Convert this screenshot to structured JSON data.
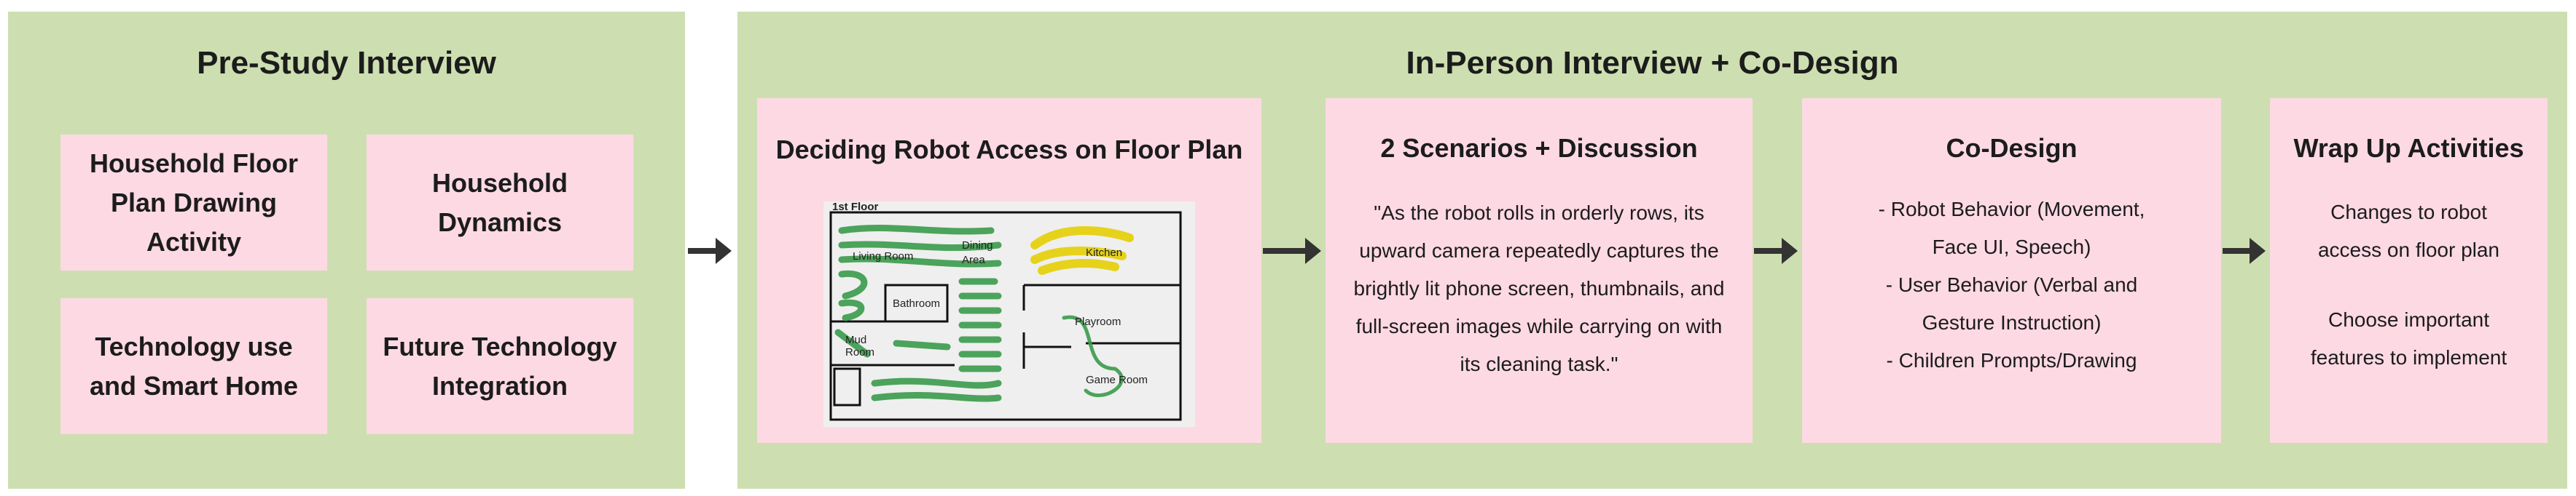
{
  "pre_study": {
    "title": "Pre-Study Interview",
    "items": [
      "Household Floor Plan Drawing Activity",
      "Household Dynamics",
      "Technology use and Smart Home",
      "Future Technology Integration"
    ]
  },
  "in_person": {
    "title": "In-Person Interview + Co-Design",
    "floor_plan": {
      "title": "Deciding Robot Access on Floor Plan",
      "labels": {
        "floor": "1st Floor",
        "living": "Living Room",
        "dining1": "Dining",
        "dining2": "Area",
        "kitchen": "Kitchen",
        "bathroom": "Bathroom",
        "playroom": "Playroom",
        "mud1": "Mud",
        "mud2": "Room",
        "game": "Game Room"
      }
    },
    "scenarios": {
      "title": "2 Scenarios + Discussion",
      "text": "\"As the robot rolls in orderly rows, its upward camera repeatedly captures the brightly lit phone screen, thumbnails, and full-screen images while carrying on with its cleaning task.\""
    },
    "codesign": {
      "title": "Co-Design",
      "items": [
        "- Robot Behavior (Movement, Face UI, Speech)",
        "- User Behavior (Verbal and Gesture Instruction)",
        "- Children Prompts/Drawing"
      ]
    },
    "wrapup": {
      "title": "Wrap Up Activities",
      "items": [
        "Changes to robot access on floor plan",
        "Choose important features to implement"
      ]
    }
  },
  "colors": {
    "panel": "#cddfb1",
    "box": "#fdd9e4",
    "arrow": "#333333"
  }
}
